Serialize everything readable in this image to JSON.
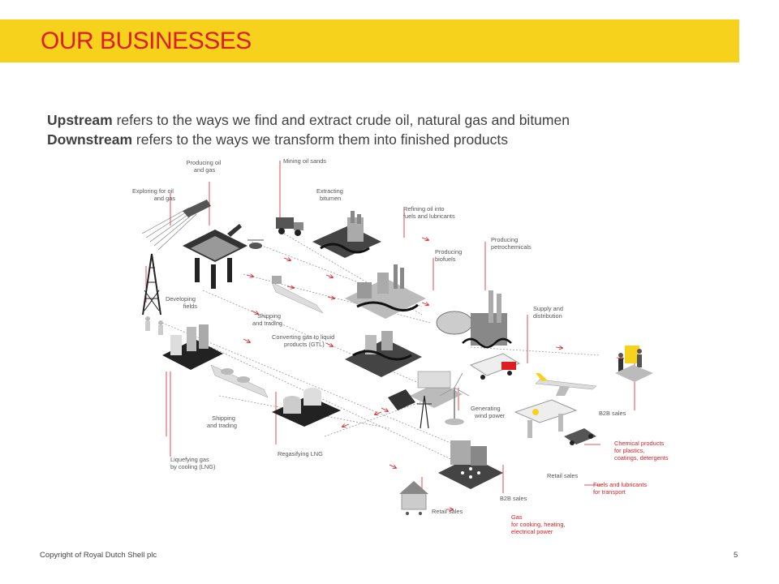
{
  "header": {
    "title": "OUR BUSINESSES"
  },
  "intro": {
    "line1_bold": "Upstream",
    "line1_rest": " refers to the ways we find and extract crude oil, natural gas and bitumen",
    "line2_bold": "Downstream",
    "line2_rest": " refers to the ways we transform them into finished products"
  },
  "diagram": {
    "labels": {
      "exploring": [
        "Exploring for oil",
        "and gas"
      ],
      "producing_oil": [
        "Producing oil",
        "and gas"
      ],
      "mining": [
        "Mining oil sands"
      ],
      "extracting": [
        "Extracting",
        "bitumen"
      ],
      "refining": [
        "Refining oil into",
        "fuels and lubricants"
      ],
      "biofuels": [
        "Producing",
        "biofuels"
      ],
      "petrochemicals": [
        "Producing",
        "petrochemicals"
      ],
      "developing": [
        "Developing",
        "fields"
      ],
      "shipping1": [
        "Shipping",
        "and trading"
      ],
      "gtl": [
        "Converting gas to liquid",
        "products (GTL)"
      ],
      "supply": [
        "Supply and",
        "distribution"
      ],
      "wind": [
        "Generating",
        "wind power"
      ],
      "shipping2": [
        "Shipping",
        "and trading"
      ],
      "b2b1": [
        "B2B sales"
      ],
      "regas": [
        "Regasifying LNG"
      ],
      "liquefying": [
        "Liquefying gas",
        "by cooling (LNG)"
      ],
      "retail1": [
        "Retail sales"
      ],
      "b2b2": [
        "B2B sales"
      ],
      "retail2": [
        "Retail sales"
      ],
      "chemical": [
        "Chemical products",
        "for plastics,",
        "coatings, detergents"
      ],
      "fuels": [
        "Fuels and lubricants",
        "for transport"
      ],
      "gas": [
        "Gas",
        "for cooking, heating,",
        "electrical power"
      ]
    }
  },
  "footer": {
    "copyright": "Copyright of Royal Dutch Shell plc",
    "page": "5"
  },
  "colors": {
    "shell_yellow": "#f6d21d",
    "shell_red": "#dd1d21",
    "grey_dark": "#333333",
    "grey_mid": "#9a9a9a",
    "grey_light": "#d4d4d4"
  }
}
